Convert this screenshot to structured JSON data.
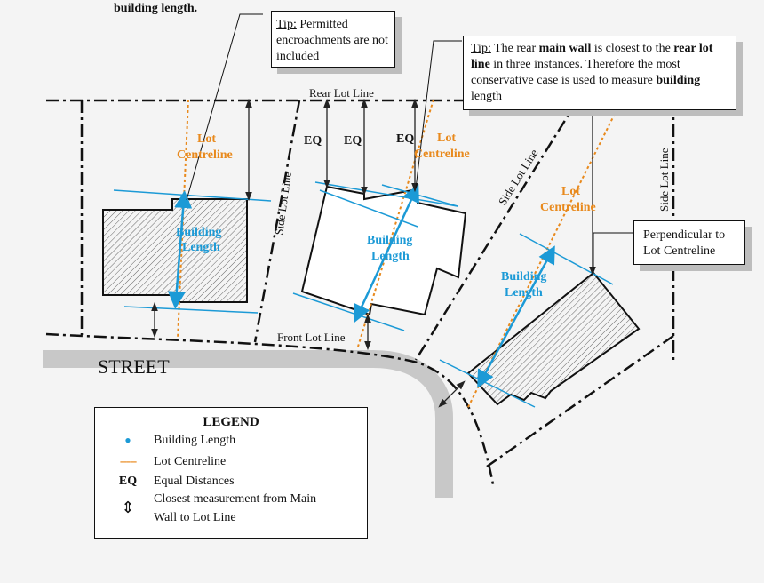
{
  "header_fragment": "building length.",
  "tip1": {
    "prefix": "Tip:",
    "text": " Permitted encroachments are not included"
  },
  "tip2": {
    "prefix": "Tip:",
    "t1": " The rear ",
    "b1": "main wall",
    "t2": " is closest to the ",
    "b2": "rear lot line",
    "t3": " in three instances. Therefore the most conservative case is used to measure ",
    "b3": "building",
    "t4": " length"
  },
  "tip3": {
    "text": "Perpendicular to Lot Centreline"
  },
  "labels": {
    "rear_lot_line": "Rear Lot Line",
    "side_lot_line": "Side Lot Line",
    "front_lot_line": "Front Lot Line",
    "street": "STREET",
    "eq": "EQ",
    "lot": "Lot",
    "centreline": "Centreline",
    "building": "Building",
    "length": "Length"
  },
  "legend": {
    "title": "LEGEND",
    "items": [
      {
        "symbol": "•",
        "text": "Building Length"
      },
      {
        "symbol": "-----",
        "text": "Lot Centreline"
      },
      {
        "symbol": "EQ",
        "text": "Equal Distances"
      },
      {
        "symbol": "⇕",
        "text": "Closest measurement from Main"
      },
      {
        "symbol": "",
        "text": "Wall to Lot Line"
      }
    ]
  },
  "colors": {
    "blue": "#1c9ad6",
    "orange": "#e8891c",
    "street": "#c8c8c8"
  }
}
